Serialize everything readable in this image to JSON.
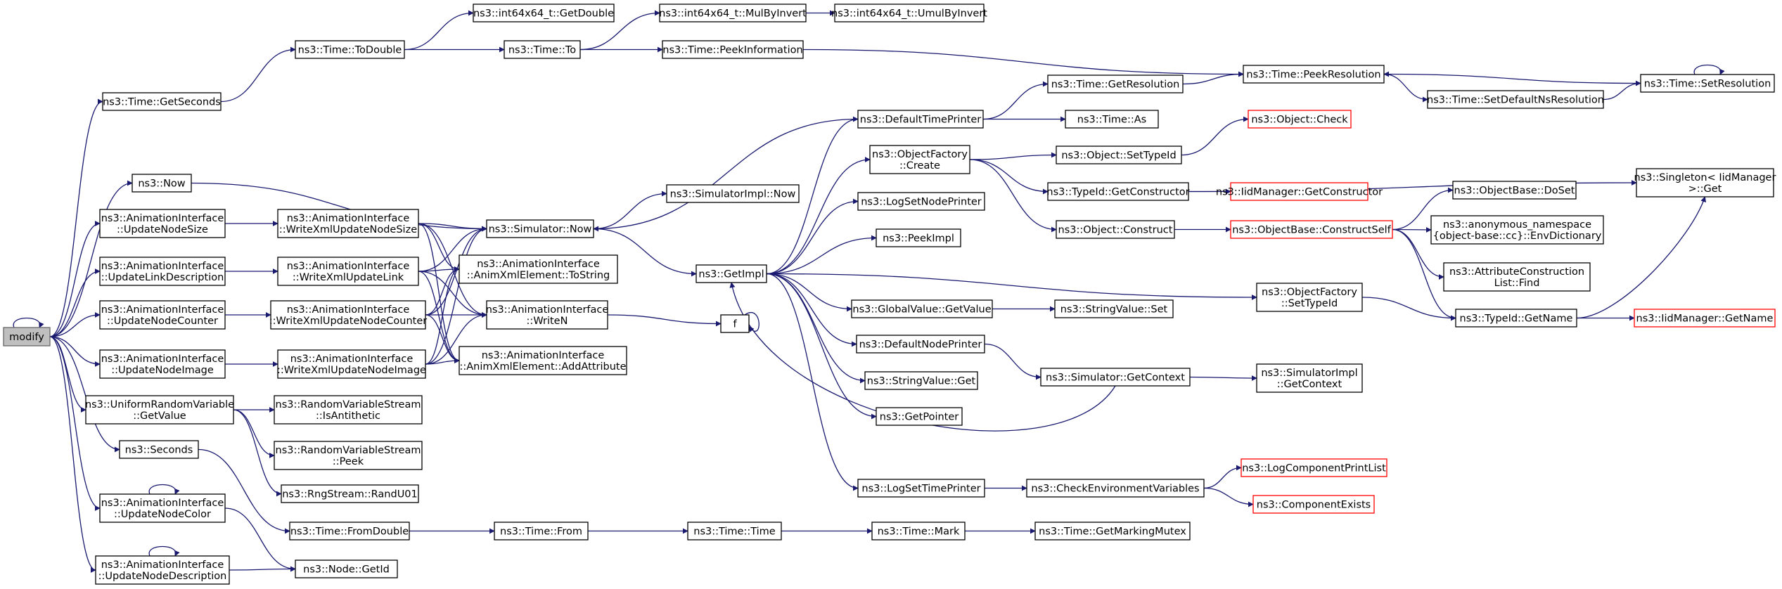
{
  "graph": {
    "colors": {
      "edge": "#191970",
      "node_border": "#000000",
      "truncated_border": "#ff0000",
      "root_fill": "#bfbfbf"
    },
    "root": "modify",
    "nodes": [
      {
        "id": "modify",
        "lines": [
          "modify"
        ],
        "kind": "root"
      },
      {
        "id": "getseconds",
        "lines": [
          "ns3::Time::GetSeconds"
        ]
      },
      {
        "id": "now",
        "lines": [
          "ns3::Now"
        ]
      },
      {
        "id": "updnodesize",
        "lines": [
          "ns3::AnimationInterface",
          "::UpdateNodeSize"
        ]
      },
      {
        "id": "updlinkdesc",
        "lines": [
          "ns3::AnimationInterface",
          "::UpdateLinkDescription"
        ]
      },
      {
        "id": "updnodecounter",
        "lines": [
          "ns3::AnimationInterface",
          "::UpdateNodeCounter"
        ]
      },
      {
        "id": "updnodeimage",
        "lines": [
          "ns3::AnimationInterface",
          "::UpdateNodeImage"
        ]
      },
      {
        "id": "urvgetvalue",
        "lines": [
          "ns3::UniformRandomVariable",
          "::GetValue"
        ]
      },
      {
        "id": "seconds",
        "lines": [
          "ns3::Seconds"
        ]
      },
      {
        "id": "updnodecolor",
        "lines": [
          "ns3::AnimationInterface",
          "::UpdateNodeColor"
        ]
      },
      {
        "id": "updnodedesc",
        "lines": [
          "ns3::AnimationInterface",
          "::UpdateNodeDescription"
        ]
      },
      {
        "id": "todouble",
        "lines": [
          "ns3::Time::ToDouble"
        ]
      },
      {
        "id": "wxnodesize",
        "lines": [
          "ns3::AnimationInterface",
          "::WriteXmlUpdateNodeSize"
        ]
      },
      {
        "id": "wxlink",
        "lines": [
          "ns3::AnimationInterface",
          "::WriteXmlUpdateLink"
        ]
      },
      {
        "id": "wxnodecounter",
        "lines": [
          "ns3::AnimationInterface",
          "::WriteXmlUpdateNodeCounter"
        ]
      },
      {
        "id": "wxnodeimage",
        "lines": [
          "ns3::AnimationInterface",
          "::WriteXmlUpdateNodeImage"
        ]
      },
      {
        "id": "rvsanti",
        "lines": [
          "ns3::RandomVariableStream",
          "::IsAntithetic"
        ]
      },
      {
        "id": "rvspeek",
        "lines": [
          "ns3::RandomVariableStream",
          "::Peek"
        ]
      },
      {
        "id": "randu01",
        "lines": [
          "ns3::RngStream::RandU01"
        ]
      },
      {
        "id": "fromdouble",
        "lines": [
          "ns3::Time::FromDouble"
        ]
      },
      {
        "id": "getid",
        "lines": [
          "ns3::Node::GetId"
        ]
      },
      {
        "id": "i64getdouble",
        "lines": [
          "ns3::int64x64_t::GetDouble"
        ]
      },
      {
        "id": "timeto",
        "lines": [
          "ns3::Time::To"
        ]
      },
      {
        "id": "simnow",
        "lines": [
          "ns3::Simulator::Now"
        ]
      },
      {
        "id": "tostring",
        "lines": [
          "ns3::AnimationInterface",
          "::AnimXmlElement::ToString"
        ]
      },
      {
        "id": "writen",
        "lines": [
          "ns3::AnimationInterface",
          "::WriteN"
        ]
      },
      {
        "id": "addattr",
        "lines": [
          "ns3::AnimationInterface",
          "::AnimXmlElement::AddAttribute"
        ]
      },
      {
        "id": "timefrom",
        "lines": [
          "ns3::Time::From"
        ]
      },
      {
        "id": "mulbyinvert",
        "lines": [
          "ns3::int64x64_t::MulByInvert"
        ]
      },
      {
        "id": "peekinfo",
        "lines": [
          "ns3::Time::PeekInformation"
        ]
      },
      {
        "id": "simimplnow",
        "lines": [
          "ns3::SimulatorImpl::Now"
        ]
      },
      {
        "id": "getimpl",
        "lines": [
          "ns3::GetImpl"
        ]
      },
      {
        "id": "f",
        "lines": [
          "f"
        ]
      },
      {
        "id": "timetime",
        "lines": [
          "ns3::Time::Time"
        ]
      },
      {
        "id": "umulbyinvert",
        "lines": [
          "ns3::int64x64_t::UmulByInvert"
        ]
      },
      {
        "id": "deftimeprinter",
        "lines": [
          "ns3::DefaultTimePrinter"
        ]
      },
      {
        "id": "ofcreate",
        "lines": [
          "ns3::ObjectFactory",
          "::Create"
        ]
      },
      {
        "id": "logsetnodeprinter",
        "lines": [
          "ns3::LogSetNodePrinter"
        ]
      },
      {
        "id": "peekimpl",
        "lines": [
          "ns3::PeekImpl"
        ]
      },
      {
        "id": "gvgetvalue",
        "lines": [
          "ns3::GlobalValue::GetValue"
        ]
      },
      {
        "id": "defnodeprinter",
        "lines": [
          "ns3::DefaultNodePrinter"
        ]
      },
      {
        "id": "svget",
        "lines": [
          "ns3::StringValue::Get"
        ]
      },
      {
        "id": "getpointer",
        "lines": [
          "ns3::GetPointer"
        ]
      },
      {
        "id": "logsettimeprinter",
        "lines": [
          "ns3::LogSetTimePrinter"
        ]
      },
      {
        "id": "timemark",
        "lines": [
          "ns3::Time::Mark"
        ]
      },
      {
        "id": "getresolution",
        "lines": [
          "ns3::Time::GetResolution"
        ]
      },
      {
        "id": "timeas",
        "lines": [
          "ns3::Time::As"
        ]
      },
      {
        "id": "setypeid",
        "lines": [
          "ns3::Object::SetTypeId"
        ]
      },
      {
        "id": "tidgetconstructor",
        "lines": [
          "ns3::TypeId::GetConstructor"
        ]
      },
      {
        "id": "objconstruct",
        "lines": [
          "ns3::Object::Construct"
        ]
      },
      {
        "id": "svset",
        "lines": [
          "ns3::StringValue::Set"
        ]
      },
      {
        "id": "simgetcontext",
        "lines": [
          "ns3::Simulator::GetContext"
        ]
      },
      {
        "id": "checkenv",
        "lines": [
          "ns3::CheckEnvironmentVariables"
        ]
      },
      {
        "id": "getmarkingmutex",
        "lines": [
          "ns3::Time::GetMarkingMutex"
        ]
      },
      {
        "id": "objcheck",
        "lines": [
          "ns3::Object::Check"
        ],
        "kind": "truncated"
      },
      {
        "id": "iidgetconstructor",
        "lines": [
          "ns3::IidManager::GetConstructor"
        ],
        "kind": "truncated"
      },
      {
        "id": "obconstructself",
        "lines": [
          "ns3::ObjectBase::ConstructSelf"
        ],
        "kind": "truncated"
      },
      {
        "id": "logcomponentprintlist",
        "lines": [
          "ns3::LogComponentPrintList"
        ],
        "kind": "truncated"
      },
      {
        "id": "componentexists",
        "lines": [
          "ns3::ComponentExists"
        ],
        "kind": "truncated"
      },
      {
        "id": "peekresolution",
        "lines": [
          "ns3::Time::PeekResolution"
        ]
      },
      {
        "id": "ofsettypeid",
        "lines": [
          "ns3::ObjectFactory",
          "::SetTypeId"
        ]
      },
      {
        "id": "simimplgetcontext",
        "lines": [
          "ns3::SimulatorImpl",
          "::GetContext"
        ]
      },
      {
        "id": "setdefaultns",
        "lines": [
          "ns3::Time::SetDefaultNsResolution"
        ]
      },
      {
        "id": "obdoset",
        "lines": [
          "ns3::ObjectBase::DoSet"
        ]
      },
      {
        "id": "envdict",
        "lines": [
          "ns3::anonymous_namespace",
          "{object-base::cc}::EnvDictionary"
        ]
      },
      {
        "id": "acfind",
        "lines": [
          "ns3::AttributeConstruction",
          "List::Find"
        ]
      },
      {
        "id": "tidgetname",
        "lines": [
          "ns3::TypeId::GetName"
        ]
      },
      {
        "id": "setresolution",
        "lines": [
          "ns3::Time::SetResolution"
        ]
      },
      {
        "id": "singletonget",
        "lines": [
          "ns3::Singleton< IidManager",
          ">::Get"
        ]
      },
      {
        "id": "iidgetname",
        "lines": [
          "ns3::IidManager::GetName"
        ],
        "kind": "truncated"
      }
    ]
  }
}
